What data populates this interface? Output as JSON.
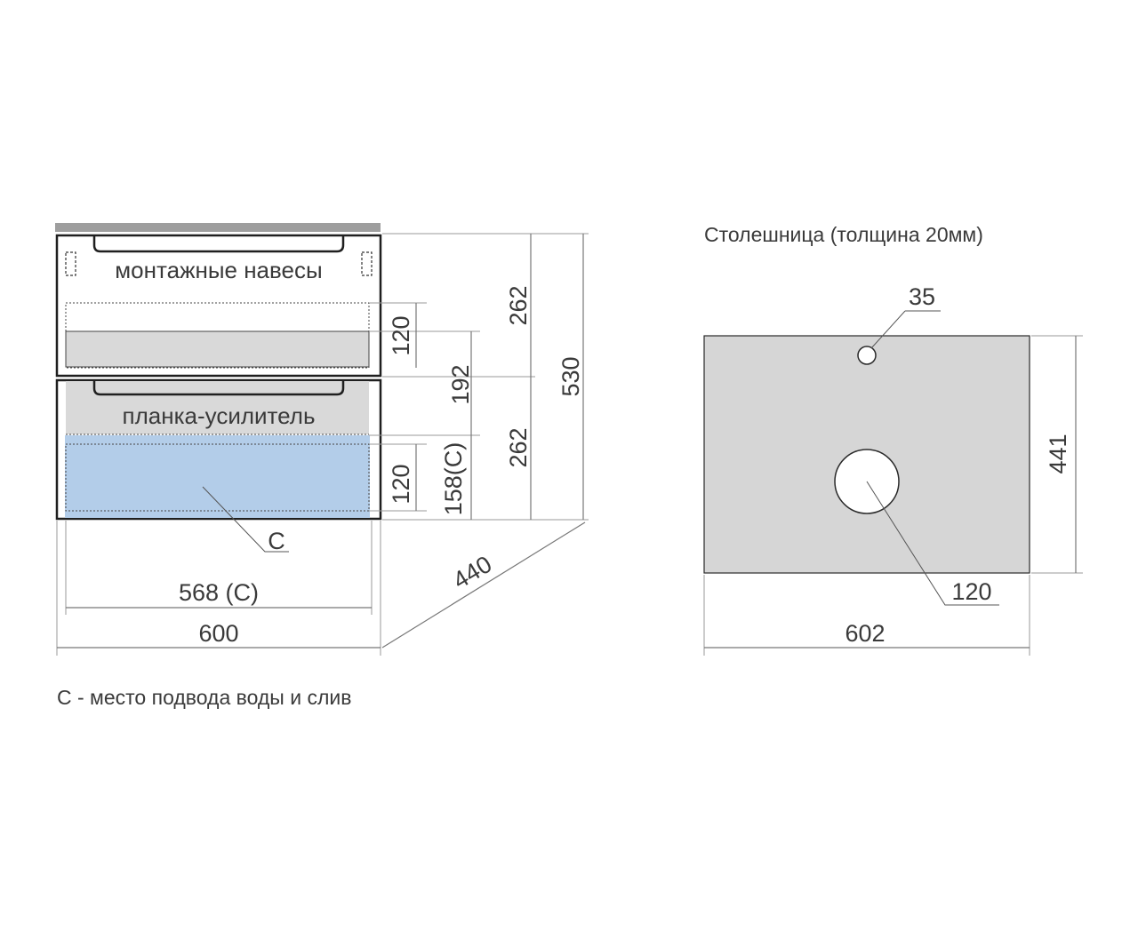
{
  "cabinet": {
    "label_hinges": "монтажные навесы",
    "label_stiffener": "планка-усилитель",
    "label_c": "C",
    "dims": {
      "drawer_top": "262",
      "drawer_bottom": "262",
      "total_height": "530",
      "upper_inner": "120",
      "lower_inner": "120",
      "middle": "192",
      "c_height": "158(C)",
      "c_width": "568 (C)",
      "width": "600",
      "depth": "440"
    },
    "note": "С - место подвода воды и слив"
  },
  "countertop": {
    "title": "Столешница (толщина 20мм)",
    "dims": {
      "small_hole": "35",
      "big_hole": "120",
      "depth": "441",
      "width": "602"
    }
  },
  "colors": {
    "stiffener_fill": "#d9d9d9",
    "water_zone_fill": "#b3cde9",
    "countertop_fill": "#d6d6d6",
    "top_slab": "#9e9e9e"
  }
}
